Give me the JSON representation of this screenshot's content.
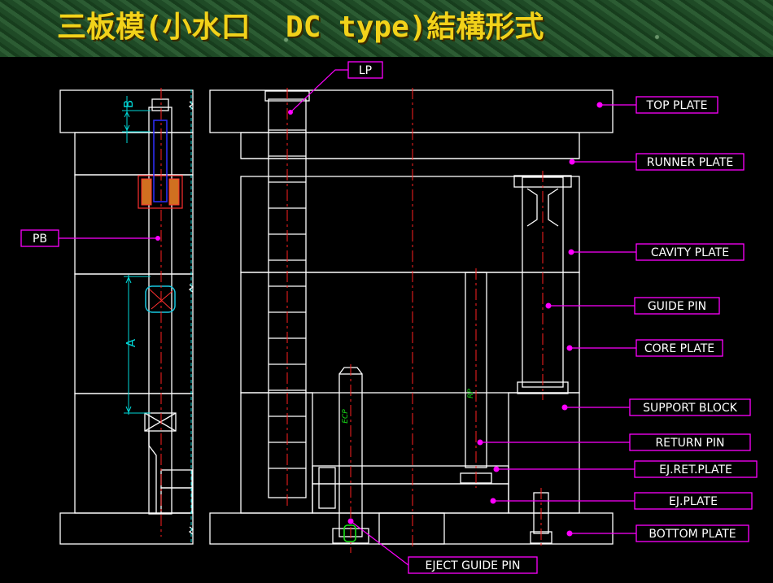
{
  "title": "三板模(小水口  DC type)結構形式",
  "labels": {
    "lp": "LP",
    "pb": "PB",
    "top_plate": "TOP PLATE",
    "runner_plate": "RUNNER PLATE",
    "cavity_plate": "CAVITY PLATE",
    "guide_pin": "GUIDE PIN",
    "core_plate": "CORE PLATE",
    "support_block": "SUPPORT BLOCK",
    "return_pin": "RETURN PIN",
    "ej_ret_plate": "EJ.RET.PLATE",
    "ej_plate": "EJ.PLATE",
    "bottom_plate": "BOTTOM PLATE",
    "eject_guide_pin": "EJECT GUIDE PIN"
  },
  "dimensions": {
    "a": "A",
    "b": "B"
  },
  "part_marks": {
    "egp": "ECP",
    "rp": "RP"
  },
  "colors": {
    "outline": "#ffffff",
    "leader": "#ff00ff",
    "center_line": "#ff2020",
    "dimension": "#00d8d8",
    "mark": "#18e018",
    "title": "#f2d21a"
  }
}
